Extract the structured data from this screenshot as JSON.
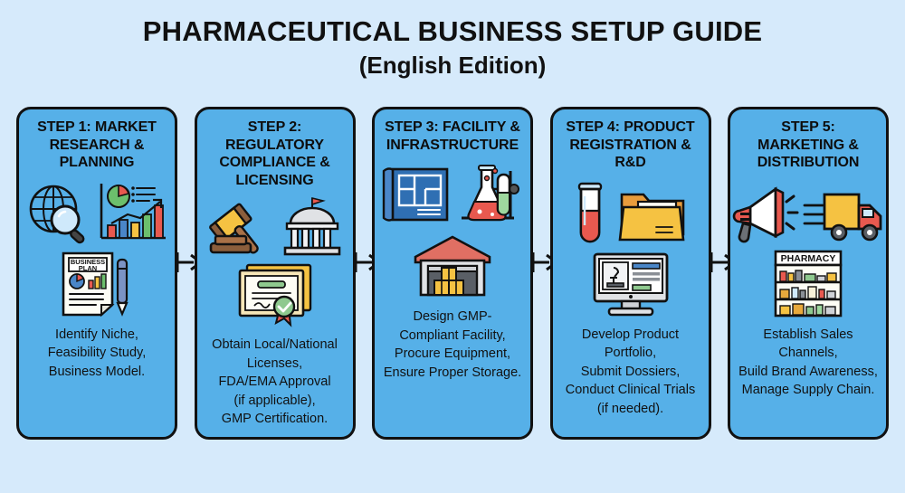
{
  "header": {
    "title": "PHARMACEUTICAL BUSINESS SETUP GUIDE",
    "subtitle": "(English Edition)"
  },
  "colors": {
    "background": "#d6eafb",
    "card_fill": "#56b0e8",
    "outline": "#111111",
    "text": "#111111",
    "accent_red": "#e8594f",
    "accent_yellow": "#f5c242",
    "accent_green": "#6cbf6c",
    "accent_blue": "#4a86c8"
  },
  "steps": [
    {
      "title": "STEP 1: MARKET RESEARCH & PLANNING",
      "body": "Identify Niche,\nFeasibility Study,\nBusiness Model.",
      "icons_top": [
        "globe-magnifier-icon",
        "bar-chart-growth-icon"
      ],
      "icon_mid": "business-plan-document-icon",
      "document_label_line1": "BUSINESS",
      "document_label_line2": "PLAN"
    },
    {
      "title": "STEP 2: REGULATORY COMPLIANCE & LICENSING",
      "body": "Obtain Local/National\nLicenses,\nFDA/EMA Approval\n(if applicable),\nGMP Certification.",
      "icons_top": [
        "gavel-icon",
        "government-building-icon"
      ],
      "icon_mid": "certificate-seal-icon"
    },
    {
      "title": "STEP 3: FACILITY & INFRASTRUCTURE",
      "body": "Design GMP-\nCompliant Facility,\nProcure Equipment,\nEnsure Proper Storage.",
      "icons_top": [
        "blueprint-floorplan-icon",
        "lab-flask-testtube-icon"
      ],
      "icon_mid": "warehouse-storage-icon"
    },
    {
      "title": "STEP 4: PRODUCT REGISTRATION & R&D",
      "body": "Develop Product\nPortfolio,\nSubmit Dossiers,\nConduct Clinical Trials\n(if needed).",
      "icons_top": [
        "test-tube-blood-icon",
        "document-folder-icon"
      ],
      "icon_mid": "desktop-microscope-research-icon"
    },
    {
      "title": "STEP 5: MARKETING & DISTRIBUTION",
      "body": "Establish Sales\nChannels,\nBuild Brand Awareness,\nManage Supply Chain.",
      "icons_top": [
        "megaphone-icon",
        "delivery-truck-icon"
      ],
      "icon_mid": "pharmacy-shelf-icon",
      "pharmacy_label": "PHARMACY"
    }
  ],
  "connectors": {
    "arrow_icon": "chevron-right-arrow",
    "count": 4
  }
}
